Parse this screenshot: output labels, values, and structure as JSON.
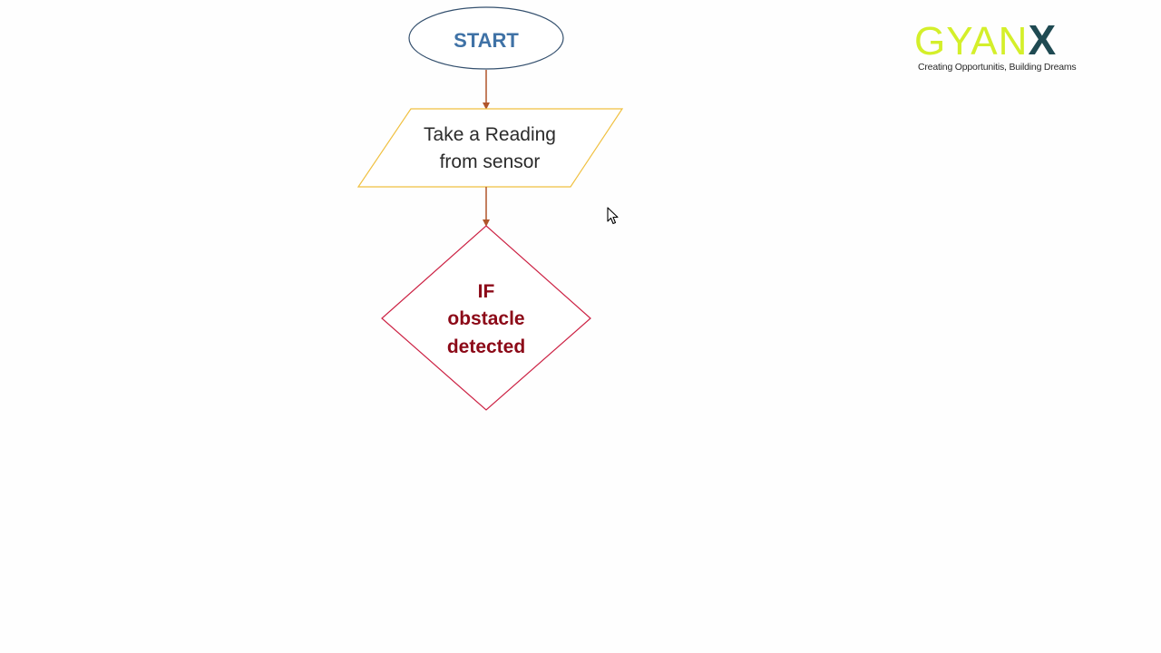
{
  "flowchart": {
    "start": {
      "label": "START"
    },
    "input": {
      "line1": "Take a Reading",
      "line2": "from sensor"
    },
    "decision": {
      "line1": "IF",
      "line2": "obstacle",
      "line3": "detected"
    }
  },
  "branding": {
    "logo_word": "GYAN",
    "logo_mark": "X",
    "tagline": "Creating Opportunitis, Building Dreams"
  },
  "colors": {
    "start_border": "#34506e",
    "start_text": "#3f72a6",
    "input_border": "#f0c040",
    "input_text": "#2b2b2b",
    "decision_border": "#cc2244",
    "decision_text": "#8c0a18",
    "arrow": "#b0552a",
    "logo_green": "#d4ef2a",
    "logo_dark": "#1f4a52"
  },
  "icons": {
    "cursor": "mouse-pointer-icon"
  }
}
